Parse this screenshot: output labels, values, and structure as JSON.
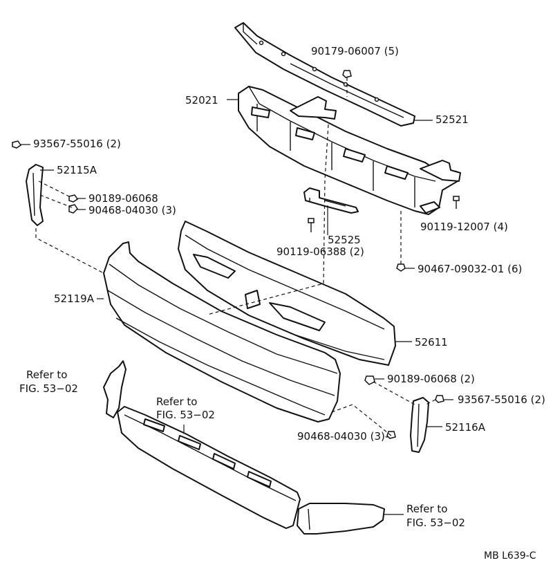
{
  "labels": {
    "p52021": "52021",
    "p52521": "52521",
    "p52115A": "52115A",
    "p52119A": "52119A",
    "p52525": "52525",
    "p52611": "52611",
    "p52116A": "52116A",
    "b90179": "90179-06007 (5)",
    "b93567_left": "93567-55016 (2)",
    "b90189_left": "90189-06068",
    "b90468_left": "90468-04030 (3)",
    "b90119_12007": "90119-12007 (4)",
    "b90119_06388": "90119-06388 (2)",
    "b90467": "90467-09032-01 (6)",
    "b90189_right": "90189-06068 (2)",
    "b93567_right": "93567-55016 (2)",
    "b90468_right": "90468-04030 (3)-"
  },
  "refs": {
    "left_line1": "Refer to",
    "left_line2": "FIG. 53−02",
    "center_line1": "Refer to",
    "center_line2": "FIG. 53−02",
    "right_line1": "Refer to",
    "right_line2": "FIG. 53−02"
  },
  "figure_code": "MB L639-C"
}
